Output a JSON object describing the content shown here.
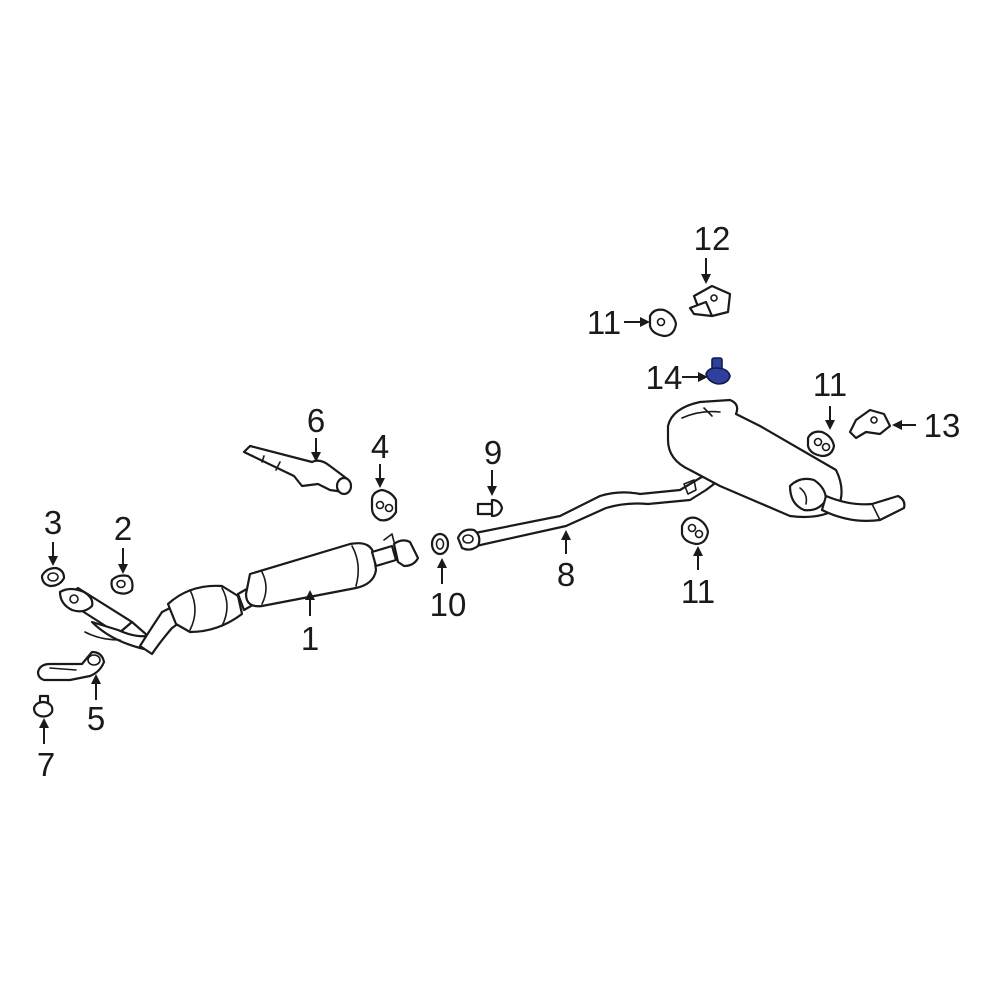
{
  "diagram": {
    "highlight_color": "#2f3f9e",
    "line_color": "#1a1a1a",
    "background": "#ffffff",
    "callouts": {
      "c1": "1",
      "c2": "2",
      "c3": "3",
      "c4": "4",
      "c5": "5",
      "c6": "6",
      "c7": "7",
      "c8": "8",
      "c9": "9",
      "c10": "10",
      "c11a": "11",
      "c11b": "11",
      "c11c": "11",
      "c12": "12",
      "c13": "13",
      "c14": "14"
    }
  }
}
